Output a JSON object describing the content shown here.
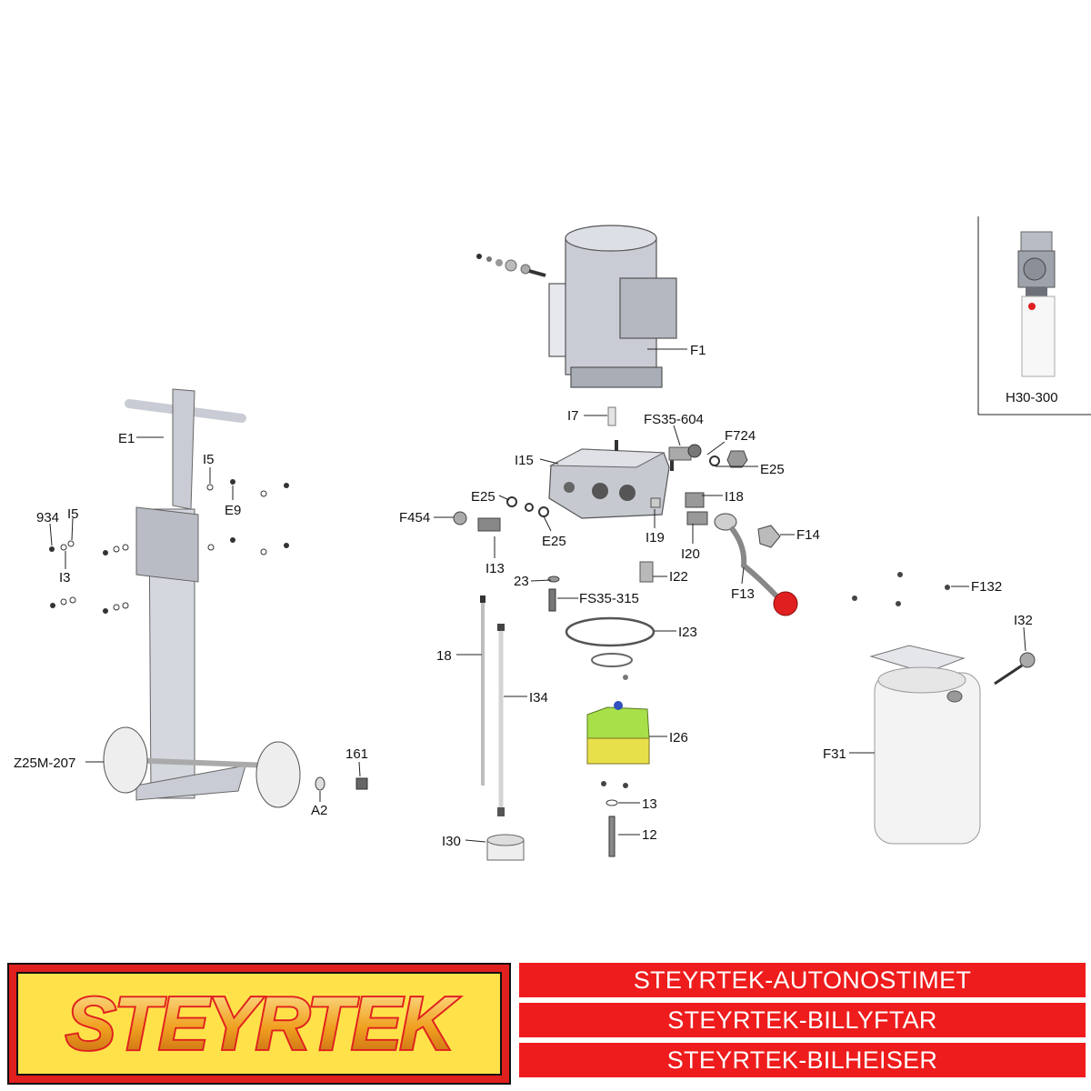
{
  "diagram": {
    "inset_label": "H30-300",
    "labels": {
      "F1": "F1",
      "I7": "I7",
      "FS35_604": "FS35-604",
      "F724": "F724",
      "I15": "I15",
      "E25_a": "E25",
      "E25_b": "E25",
      "E25_c": "E25",
      "I18": "I18",
      "F454": "F454",
      "I19": "I19",
      "I20": "I20",
      "F14": "F14",
      "I13": "I13",
      "n23": "23",
      "I22": "I22",
      "FS35_315": "FS35-315",
      "F13": "F13",
      "F132": "F132",
      "I32": "I32",
      "n18": "18",
      "I23": "I23",
      "I34": "I34",
      "I26": "I26",
      "F31": "F31",
      "n13": "13",
      "n12": "12",
      "I30": "I30",
      "E1": "E1",
      "I5_a": "I5",
      "E9": "E9",
      "n934": "934",
      "I5_b": "I5",
      "I3": "I3",
      "Z25M_207": "Z25M-207",
      "n161": "161",
      "A2": "A2"
    }
  },
  "logo": {
    "text": "STEYRTEK"
  },
  "banner": {
    "items": [
      "STEYRTEK-AUTONOSTIMET",
      "STEYRTEK-BILLYFTAR",
      "STEYRTEK-BILHEISER"
    ]
  },
  "colors": {
    "banner_red": "#ee1c1c",
    "logo_yellow": "#ffe24a",
    "knob_red": "#e02020",
    "pump_green": "#a8e04a",
    "pump_yellow": "#e8e04a"
  }
}
